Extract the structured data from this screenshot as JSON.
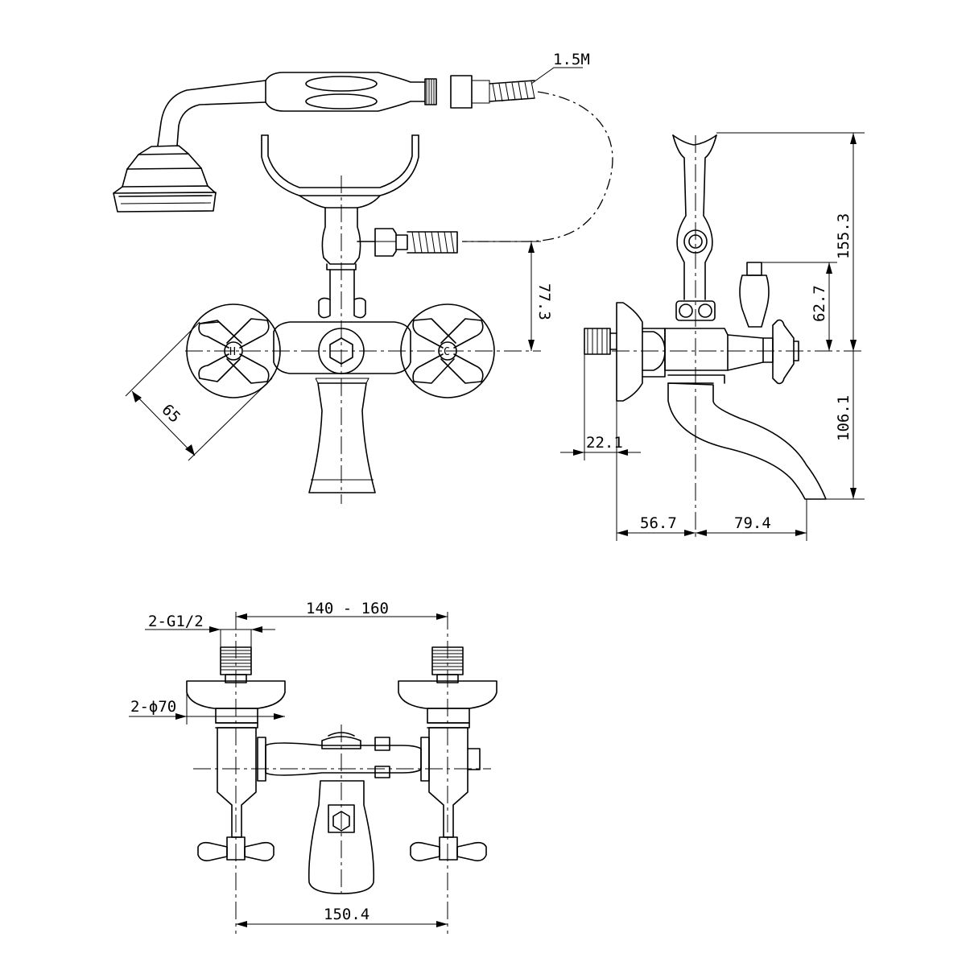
{
  "dimensions": {
    "hose_length": "1.5M",
    "side_total_height": "155.3",
    "side_handle_height": "62.7",
    "side_spout_drop": "106.1",
    "side_inlet_offset": "22.1",
    "side_wall_to_center": "56.7",
    "side_center_to_spout": "79.4",
    "front_hose_outlet_height": "77.3",
    "front_handle_span": "65",
    "bottom_center_range": "140 - 160",
    "bottom_thread": "2-G1/2",
    "bottom_flange_diameter": "2-ϕ70",
    "bottom_overall_width": "150.4"
  },
  "labels": {
    "hot": "H",
    "cold": "C"
  }
}
